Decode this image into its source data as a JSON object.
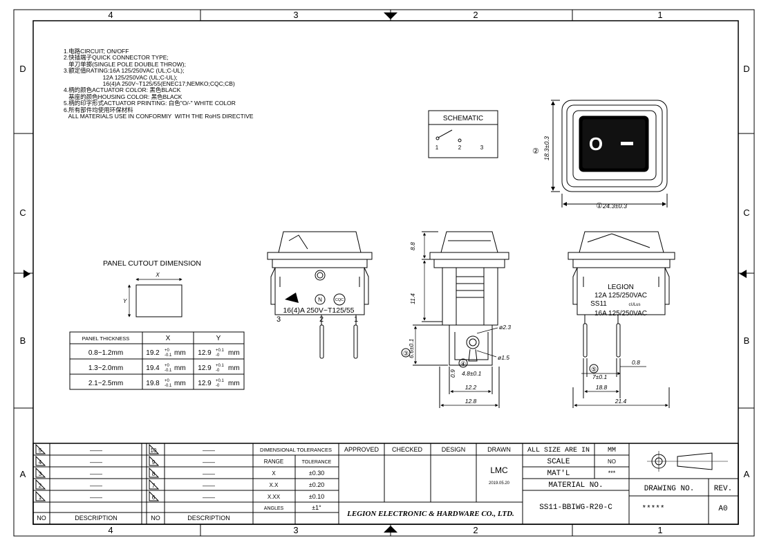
{
  "frame": {
    "columns_top": [
      "4",
      "3",
      "2",
      "1"
    ],
    "columns_bottom": [
      "4",
      "3",
      "2",
      "1"
    ],
    "rows_left": [
      "D",
      "C",
      "B",
      "A"
    ],
    "rows_right": [
      "D",
      "C",
      "B",
      "A"
    ]
  },
  "notes": [
    "1.电路CIRCUIT; ON/OFF",
    "2.快插端子QUICK CONNECTOR TYPE;",
    "   单刀单掷(SINGLE POLE DOUBLE THROW);",
    "3.额定值RATING:16A 125/250VAC (UL;C-UL);",
    "                        12A 125/250VAC (UL;C-UL);",
    "                        16(4)A 250V~T125/55(ENEC17;NEMKO;CQC;CB)",
    "4.柄的颜色ACTUATOR COLOR: 黑色BLACK",
    "   基座的颜色HOUSING COLOR: 黑色BLACK",
    "5.柄的印字形式ACTUATOR PRINTING: 白色\"O/-\" WHITE COLOR",
    "6.所有部件均使用环保材料",
    "   ALL MATERIALS USE IN CONFORMIY  WITH THE RoHS DIRECTIVE"
  ],
  "schematic": {
    "title": "SCHEMATIC",
    "pins": [
      "1",
      "2",
      "3"
    ]
  },
  "front_view": {
    "actuator_on": "O",
    "actuator_off": "—",
    "dim_width_label": "①",
    "dim_width": "24.3±0.3",
    "dim_height_label": "②",
    "dim_height": "18.3±0.3"
  },
  "panel_cutout": {
    "title": "PANEL CUTOUT DIMENSION",
    "x_label": "X",
    "y_label": "Y",
    "headers": [
      "PANEL THICKNESS",
      "X",
      "Y"
    ],
    "rows": [
      {
        "thick": "0.8~1.2mm",
        "x": "19.2",
        "y": "12.9"
      },
      {
        "thick": "1.3~2.0mm",
        "x": "19.4",
        "y": "12.9"
      },
      {
        "thick": "2.1~2.5mm",
        "x": "19.8",
        "y": "12.9"
      }
    ],
    "x_tol_up": "+0",
    "x_tol_down": "-0.1",
    "y_tol_up": "+0.1",
    "y_tol_down": "-0",
    "unit": "mm"
  },
  "left_view": {
    "marking": "16(4)A 250V~T125/55",
    "pins": [
      "3",
      "2",
      "1"
    ],
    "marks": [
      "N",
      "CQC"
    ]
  },
  "middle_view": {
    "dims": {
      "d88": "8.8",
      "d114": "11.4",
      "d66": "6.6±0.1",
      "d09": "0.9",
      "d48": "4.8±0.1",
      "d122": "12.2",
      "d128": "12.8",
      "phi23": "ø2.3",
      "phi15": "ø1.5",
      "bubble3": "③",
      "bubble4": "④"
    }
  },
  "right_view": {
    "marking": [
      "LEGION",
      "12A 125/250VAC",
      "SS11",
      "16A 125/250VAC"
    ],
    "cul_mark": "cULus",
    "dims": {
      "d7": "7±0.1",
      "d08": "0.8",
      "d188": "18.8",
      "d214": "21.4",
      "bubble5": "⑤"
    }
  },
  "title_block": {
    "rev_table_left": [
      {
        "no": "5",
        "desc": "——"
      },
      {
        "no": "4",
        "desc": "——"
      },
      {
        "no": "3",
        "desc": "——"
      },
      {
        "no": "2",
        "desc": "——"
      },
      {
        "no": "1",
        "desc": "——"
      }
    ],
    "rev_table_right": [
      {
        "no": "10",
        "desc": "——"
      },
      {
        "no": "9",
        "desc": "——"
      },
      {
        "no": "8",
        "desc": "——"
      },
      {
        "no": "7",
        "desc": "——"
      },
      {
        "no": "6",
        "desc": "——"
      }
    ],
    "no_label": "NO",
    "desc_label": "DESCRIPTION",
    "tol_title": "DIMENSIONAL  TOLERANCES",
    "tol_range": "RANGE",
    "tol_tolerance": "TOLERANCE",
    "tol_rows": [
      {
        "range": "X",
        "tol": "±0.30"
      },
      {
        "range": "X.X",
        "tol": "±0.20"
      },
      {
        "range": "X.XX",
        "tol": "±0.10"
      },
      {
        "range": "ANGLES",
        "tol": "±1°"
      }
    ],
    "approved": "APPROVED",
    "checked": "CHECKED",
    "design": "DESIGN",
    "drawn": "DRAWN",
    "drawn_by": "LMC",
    "drawn_date": "2019.05.20",
    "company": "LEGION ELECTRONIC & HARDWARE CO., LTD.",
    "size_label": "ALL SIZE ARE IN",
    "size_unit": "MM",
    "scale_label": "SCALE",
    "scale_value": "NO",
    "matl_label": "MAT'L",
    "matl_value": "***",
    "matl_no_label": "MATERIAL  NO.",
    "part_no": "SS11-BBIWG-R20-C",
    "drawing_no_label": "DRAWING NO.",
    "drawing_no": "*****",
    "rev_label": "REV.",
    "rev": "A0"
  }
}
